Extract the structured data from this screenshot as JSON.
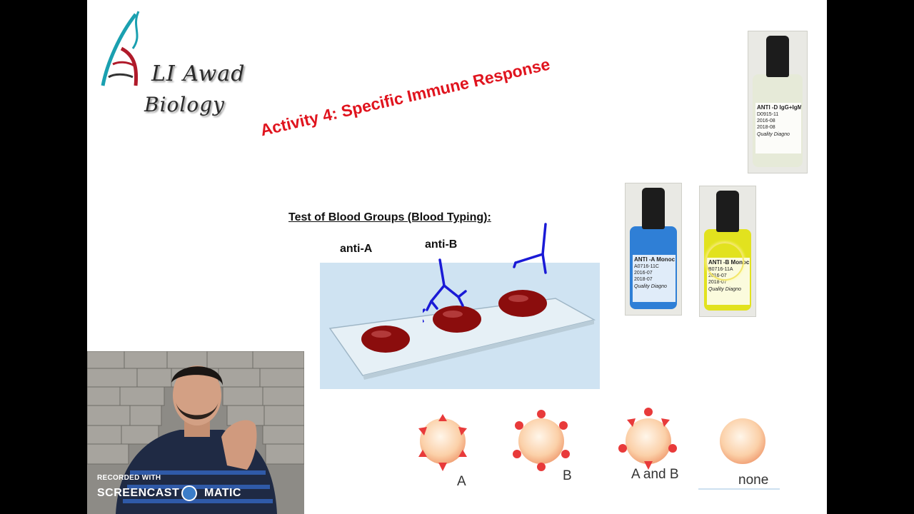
{
  "logo": {
    "line1": "LI Awad",
    "line2": "Biology"
  },
  "title": "Activity 4: Specific Immune Response",
  "subtitle": "Test of Blood Groups (Blood Typing):",
  "slide_labels": {
    "anti_a": "anti-A",
    "anti_b": "anti-B"
  },
  "bottles": [
    {
      "label": "ANTI -D IgG+IgM",
      "lines": [
        "D0915-11",
        "2016-08",
        "2018-08"
      ],
      "footer": "Quality Diagno",
      "color": "#e6ead8"
    },
    {
      "label": "ANTI -A Monoc",
      "lines": [
        "A0716-11C",
        "2016-07",
        "2018-07"
      ],
      "footer": "Quality Diagno",
      "color": "#2f7fd6"
    },
    {
      "label": "ANTI -B Monoc",
      "lines": [
        "B0716-11A",
        "2016-07",
        "2018-07"
      ],
      "footer": "Quality Diagno",
      "color": "#e2e21e"
    }
  ],
  "cells": [
    {
      "label": "A"
    },
    {
      "label": "B"
    },
    {
      "label": "A and B"
    },
    {
      "label": "none"
    }
  ],
  "recorder": {
    "line1": "RECORDED WITH",
    "brand_left": "SCREENCAST",
    "brand_right": "MATIC"
  },
  "colors": {
    "title": "#e0141e",
    "antibody": "#1a1ad6",
    "rbc": "#8b0d0d",
    "antigen": "#e83a3a"
  }
}
